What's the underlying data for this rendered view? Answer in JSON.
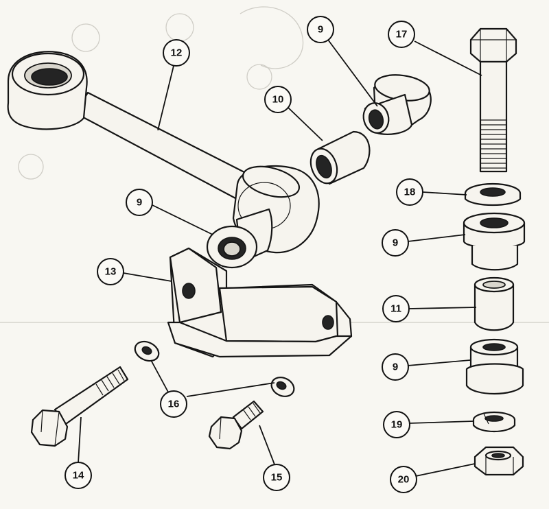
{
  "callouts": [
    {
      "id": "c12",
      "label": "12"
    },
    {
      "id": "c10",
      "label": "10"
    },
    {
      "id": "c9a",
      "label": "9"
    },
    {
      "id": "c17",
      "label": "17"
    },
    {
      "id": "c18",
      "label": "18"
    },
    {
      "id": "c9b",
      "label": "9"
    },
    {
      "id": "c9c",
      "label": "9"
    },
    {
      "id": "c13",
      "label": "13"
    },
    {
      "id": "c11",
      "label": "11"
    },
    {
      "id": "c9d",
      "label": "9"
    },
    {
      "id": "c16",
      "label": "16"
    },
    {
      "id": "c19",
      "label": "19"
    },
    {
      "id": "c14",
      "label": "14"
    },
    {
      "id": "c15",
      "label": "15"
    },
    {
      "id": "c20",
      "label": "20"
    }
  ]
}
